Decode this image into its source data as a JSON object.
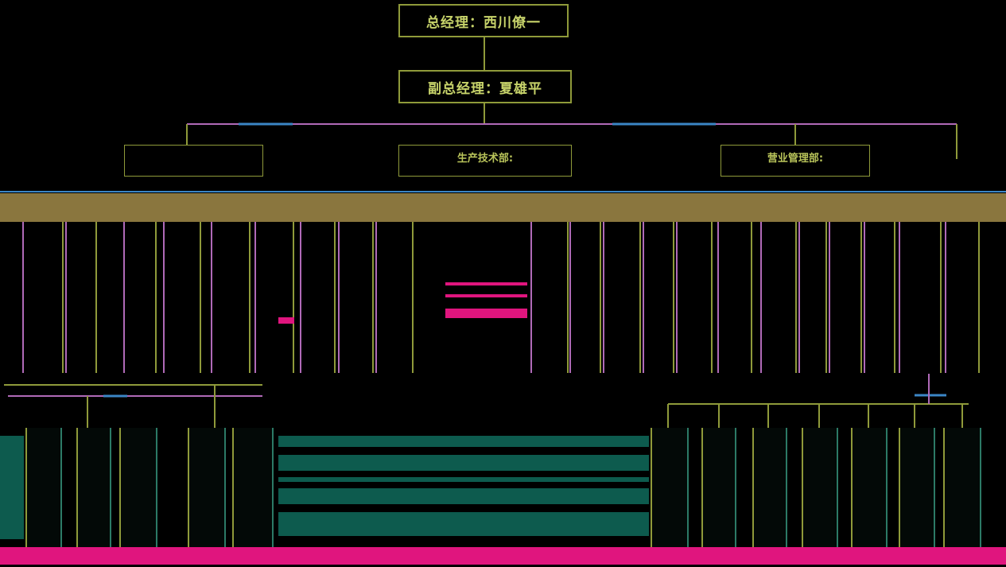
{
  "org_chart": {
    "general_manager": "总经理：西川僚一",
    "deputy_general_manager": "副总经理：夏雄平",
    "departments": [
      {
        "label": ""
      },
      {
        "label": "生产技术部:"
      },
      {
        "label": "营业管理部:"
      }
    ]
  },
  "colors": {
    "background": "#000000",
    "node_border": "#8f9a3a",
    "node_text": "#c7d36a",
    "accent_blue": "#3b86c6",
    "accent_magenta": "#b06ab8",
    "accent_pink": "#e0157e",
    "band_olive": "#8a763e",
    "band_teal": "#0d5b4e"
  }
}
